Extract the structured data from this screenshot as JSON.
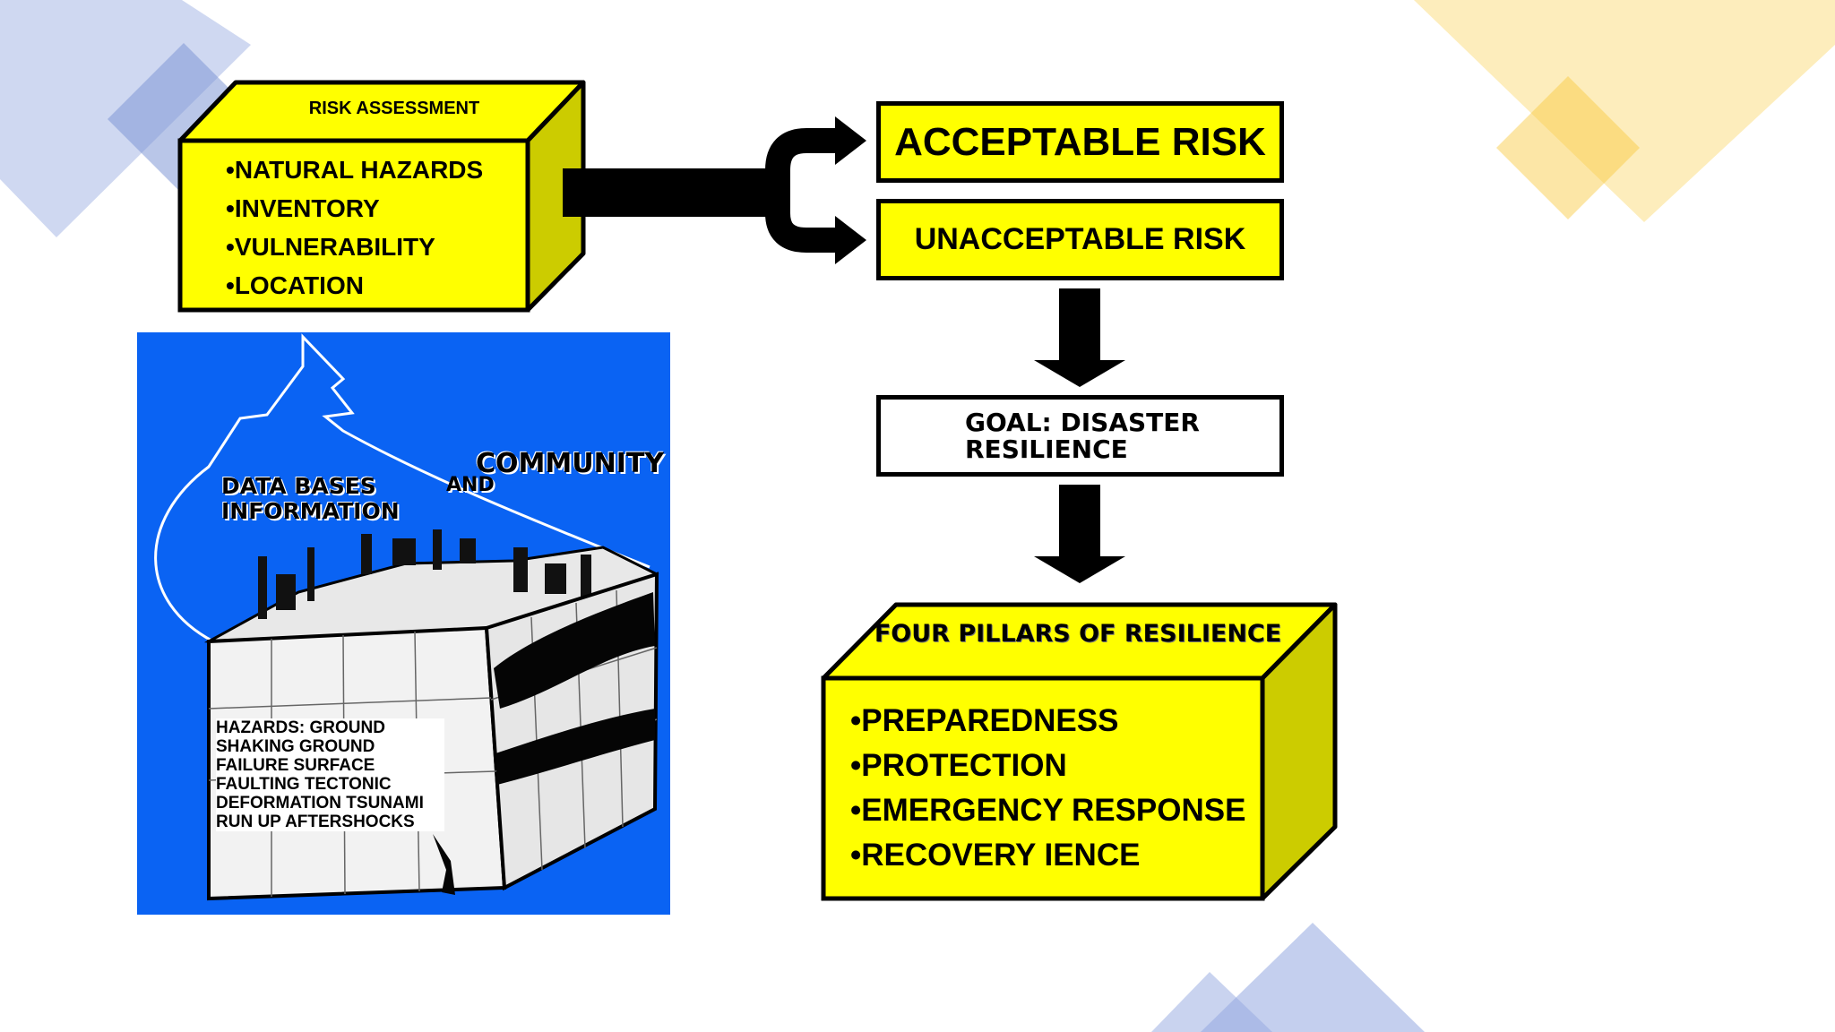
{
  "risk_assessment": {
    "title": "RISK ASSESSMENT",
    "items": [
      "NATURAL HAZARDS",
      "INVENTORY",
      "VULNERABILITY",
      "LOCATION"
    ]
  },
  "outcomes": {
    "acceptable": "ACCEPTABLE RISK",
    "unacceptable": "UNACCEPTABLE RISK"
  },
  "goal": {
    "line1": "GOAL: DISASTER",
    "line2": "RESILIENCE"
  },
  "four_pillars": {
    "title": "FOUR PILLARS OF RESILIENCE",
    "items": [
      "PREPAREDNESS",
      "PROTECTION",
      "EMERGENCY RESPONSE",
      "RECOVERY IENCE"
    ]
  },
  "illustration": {
    "label_db_line1": "DATA BASES",
    "label_db_line2": "INFORMATION",
    "label_and": "AND",
    "label_community": "COMMUNITY",
    "hazards_text": "HAZARDS:            GROUND SHAKING GROUND FAILURE SURFACE FAULTING TECTONIC DEFORMATION TSUNAMI RUN UP AFTERSHOCKS"
  },
  "colors": {
    "box_yellow": "#ffff00",
    "box_side": "#cccc00",
    "panel_blue": "#0a63f3",
    "deco_blue": "#94a8e0",
    "deco_yellow": "#fbd66a"
  }
}
